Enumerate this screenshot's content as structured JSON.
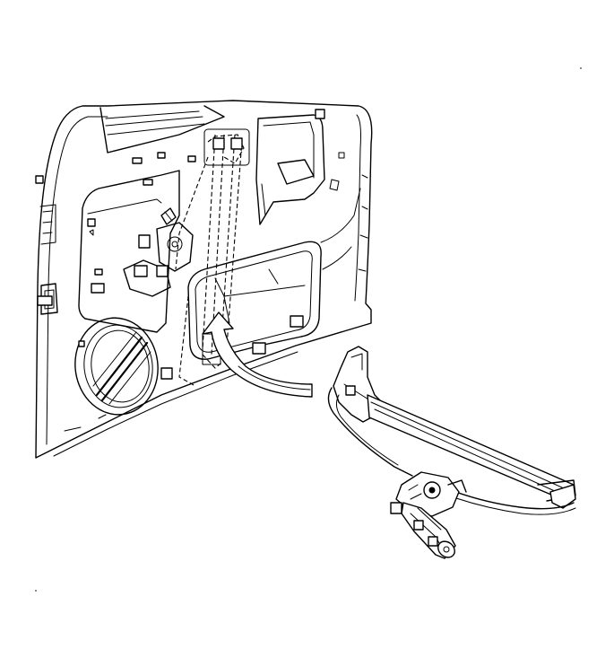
{
  "diagram": {
    "colors": {
      "line": "#000000",
      "background": "#ffffff"
    },
    "parts": [
      {
        "id": "door-inner-panel",
        "icon": "door-panel-outline"
      },
      {
        "id": "speaker-opening",
        "icon": "speaker-grille"
      },
      {
        "id": "installed-regulator",
        "icon": "dashed-regulator-outline"
      },
      {
        "id": "removed-regulator",
        "icon": "regulator-with-motor"
      },
      {
        "id": "install-arrow",
        "icon": "curved-arrow"
      }
    ]
  }
}
